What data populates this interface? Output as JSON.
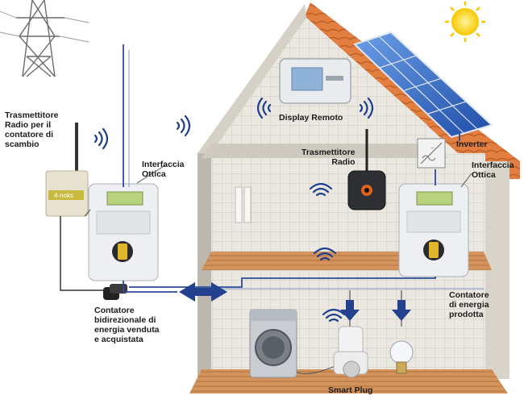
{
  "labels": {
    "radio_transmitter_meter": "Trasmettitore\nRadio per il\ncontatore di\nscambio",
    "optical_interface_left": "Interfaccia\nOttica",
    "remote_display": "Display Remoto",
    "radio_transmitter": "Trasmettitore\nRadio",
    "inverter": "Inverter",
    "optical_interface_right": "Interfaccia\nOttica",
    "bidirectional_meter": "Contatore\nbidirezionale di\nenergia venduta\ne acquistata",
    "production_meter": "Contatore\ndi energia\nprodotta",
    "smart_plug": "Smart Plug"
  },
  "device_text": {
    "transmitter_brand": "4-noks"
  },
  "colors": {
    "roof": "#e07b3b",
    "wall_tile": "#e9e6df",
    "signal": "#1e3f8f",
    "arrow": "#23418e",
    "solar_panel": "#3c6fc4",
    "sun": "#ffd21a"
  }
}
